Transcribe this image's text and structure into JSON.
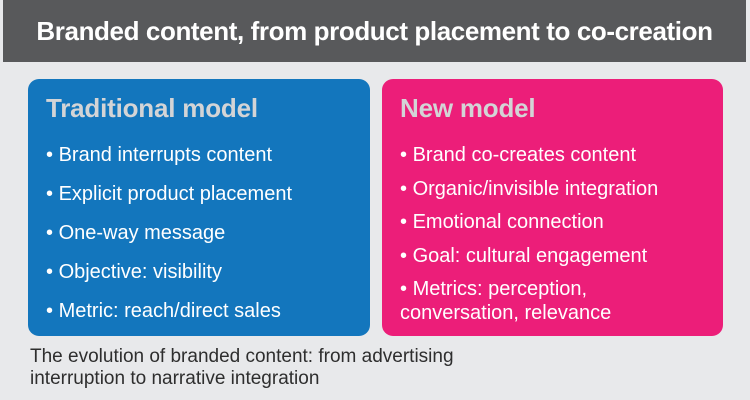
{
  "header": {
    "title": "Branded content, from product placement to co-creation"
  },
  "cards": [
    {
      "title": "Traditional model",
      "accent_color": "#1376bd",
      "bullets": [
        "Brand interrupts content",
        "Explicit product placement",
        "One-way message",
        "Objective: visibility",
        "Metric: reach/direct sales"
      ]
    },
    {
      "title": "New model",
      "accent_color": "#ec1e79",
      "bullets": [
        "Brand co-creates content",
        "Organic/invisible integration",
        "Emotional connection",
        "Goal: cultural engagement",
        "Metrics: perception, conversation, relevance"
      ]
    }
  ],
  "footer": {
    "caption": "The evolution of branded content: from advertising interruption to narrative integration"
  },
  "colors": {
    "background": "#e8e9eb",
    "header_bg": "#58595b",
    "header_text": "#ffffff",
    "card_title_text": "#d3d4d6",
    "bullet_text": "#ffffff",
    "caption_text": "#2e2e2e",
    "traditional_card_bg": "#1376bd",
    "new_card_bg": "#ec1e79"
  }
}
